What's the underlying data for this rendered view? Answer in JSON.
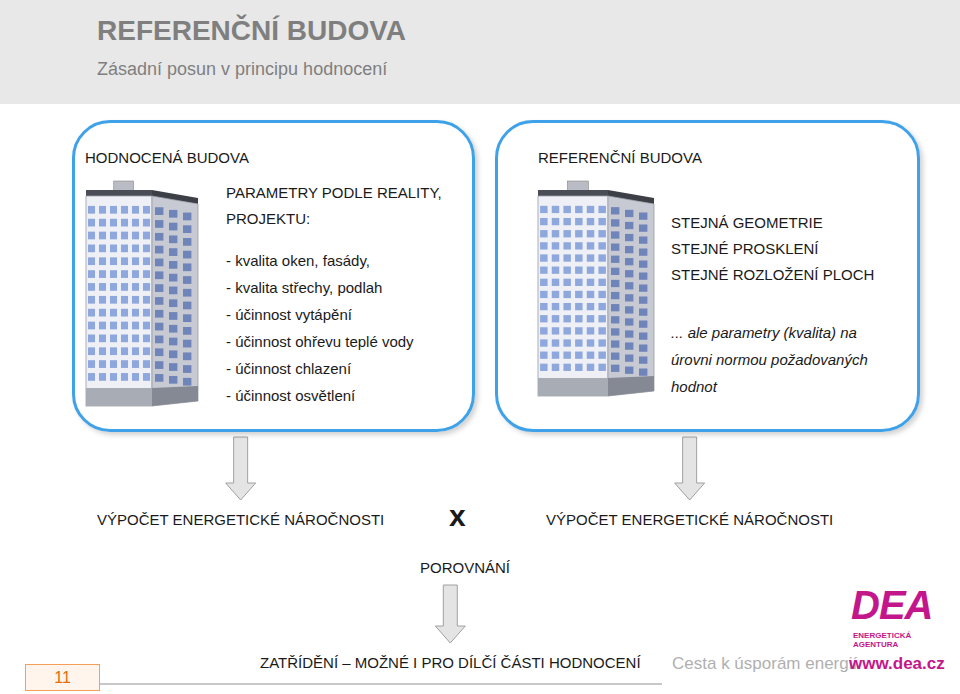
{
  "diagram": {
    "title": "REFERENČNÍ BUDOVA",
    "nodes": [
      {
        "text": [
          "HODNOCENÁ BUDOVA",
          "PARAMETRY PODLE REALITY, PROJEKTU:",
          "- kvalita oken, fasády,",
          "- kvalita střechy, podlah",
          "- účinnost vytápění",
          "- účinnost ohřevu teplé vody",
          "- účinnost chlazení",
          "- účinnost osvětlení"
        ]
      },
      {
        "text": [
          "REFERENČNÍ BUDOVA",
          "STEJNÁ GEOMETRIE",
          "STEJNÉ PROSKLENÍ",
          "STEJNÉ ROZLOŽENÍ PLOCH",
          "... ale parametry (kvalita) na úrovni normou požadovaných hodnot"
        ]
      },
      {
        "text": [
          "VÝPOČET ENERGETICKÉ NÁROČNOSTI"
        ]
      },
      {
        "text": [
          "VÝPOČET ENERGETICKÉ NÁROČNOSTI"
        ]
      },
      {
        "text": [
          "POROVNÁNÍ"
        ]
      },
      {
        "text": [
          "ZATŘÍDĚNÍ – MOŽNÉ I PRO DÍLČÍ ČÁSTI HODNOCENÍ"
        ]
      }
    ],
    "edges": [
      {
        "from": 0,
        "to": 2,
        "arrow": "to"
      },
      {
        "from": 1,
        "to": 3,
        "arrow": "to"
      },
      {
        "from": 4,
        "to": 5,
        "arrow": "to"
      }
    ],
    "labels": [
      "Zásadní posun v principu hodnocení",
      "x",
      "11",
      "Cesta k úsporám energií",
      "www.dea.cz",
      "DEA",
      "ENERGETICKÁ AGENTURA"
    ]
  }
}
